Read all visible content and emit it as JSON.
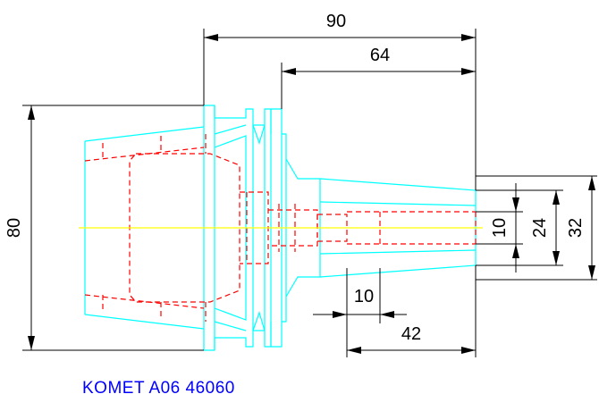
{
  "colors": {
    "body_outline": "#00ffff",
    "hidden_lines": "#ff0000",
    "center_line": "#ffff00",
    "dimensions": "#000000",
    "caption": "#0000ff"
  },
  "dimensions": {
    "overall_length": "90",
    "shank_length": "64",
    "flange_diameter": "80",
    "bore_depth": "10",
    "bore_length": "42",
    "bore_diameter": "10",
    "tip_inner_diameter": "24",
    "tip_outer_diameter": "32"
  },
  "caption": "KOMET A06 46060"
}
